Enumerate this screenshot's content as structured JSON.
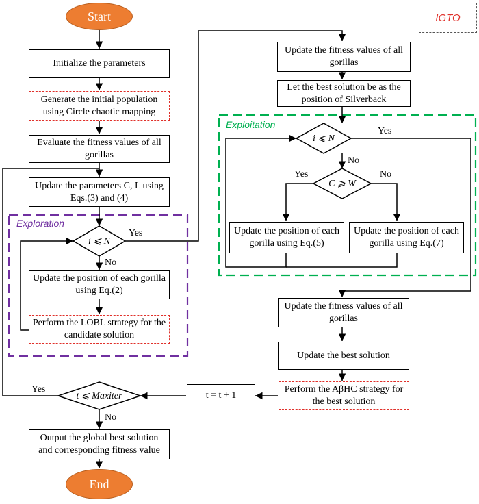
{
  "tag": "IGTO",
  "regions": {
    "exploration": "Exploration",
    "exploitation": "Exploitation"
  },
  "nodes": {
    "start": "Start",
    "init": "Initialize the parameters",
    "gen_pop": "Generate the initial population using Circle chaotic mapping",
    "eval_fit": "Evaluate the fitness values of all gorillas",
    "update_params": "Update the parameters C, L using Eqs.(3) and (4)",
    "cond_i_left": "i ⩽ N",
    "update_pos_eq2": "Update the position of each gorilla using Eq.(2)",
    "lobl": "Perform the LOBL strategy for the candidate solution",
    "cond_maxiter": "t ⩽ Maxiter",
    "t_inc": "t = t + 1",
    "output": "Output the global best solution and corresponding fitness value",
    "end": "End",
    "update_fit_top": "Update the fitness values of all gorillas",
    "best_silverback": "Let the best solution be as the position of Silverback",
    "cond_i_right": "i ⩽ N",
    "cond_cw": "C ⩾ W",
    "update_pos_eq5": "Update the position of each gorilla using Eq.(5)",
    "update_pos_eq7": "Update the position of each gorilla using Eq.(7)",
    "update_fit_bottom": "Update the fitness values of all gorillas",
    "update_best": "Update the best solution",
    "abhc": "Perform the AβHC strategy for the best solution"
  },
  "edge_labels": {
    "yes_left_i": "Yes",
    "no_left_i": "No",
    "yes_maxiter": "Yes",
    "no_maxiter": "No",
    "yes_right_i": "Yes",
    "no_right_i": "No",
    "yes_cw": "Yes",
    "no_cw": "No"
  },
  "colors": {
    "terminal_fill": "#ed7d31",
    "new_step_border": "#e0302a",
    "exploration_border": "#7030a0",
    "exploitation_border": "#00b050",
    "tag_text": "#e0302a"
  }
}
